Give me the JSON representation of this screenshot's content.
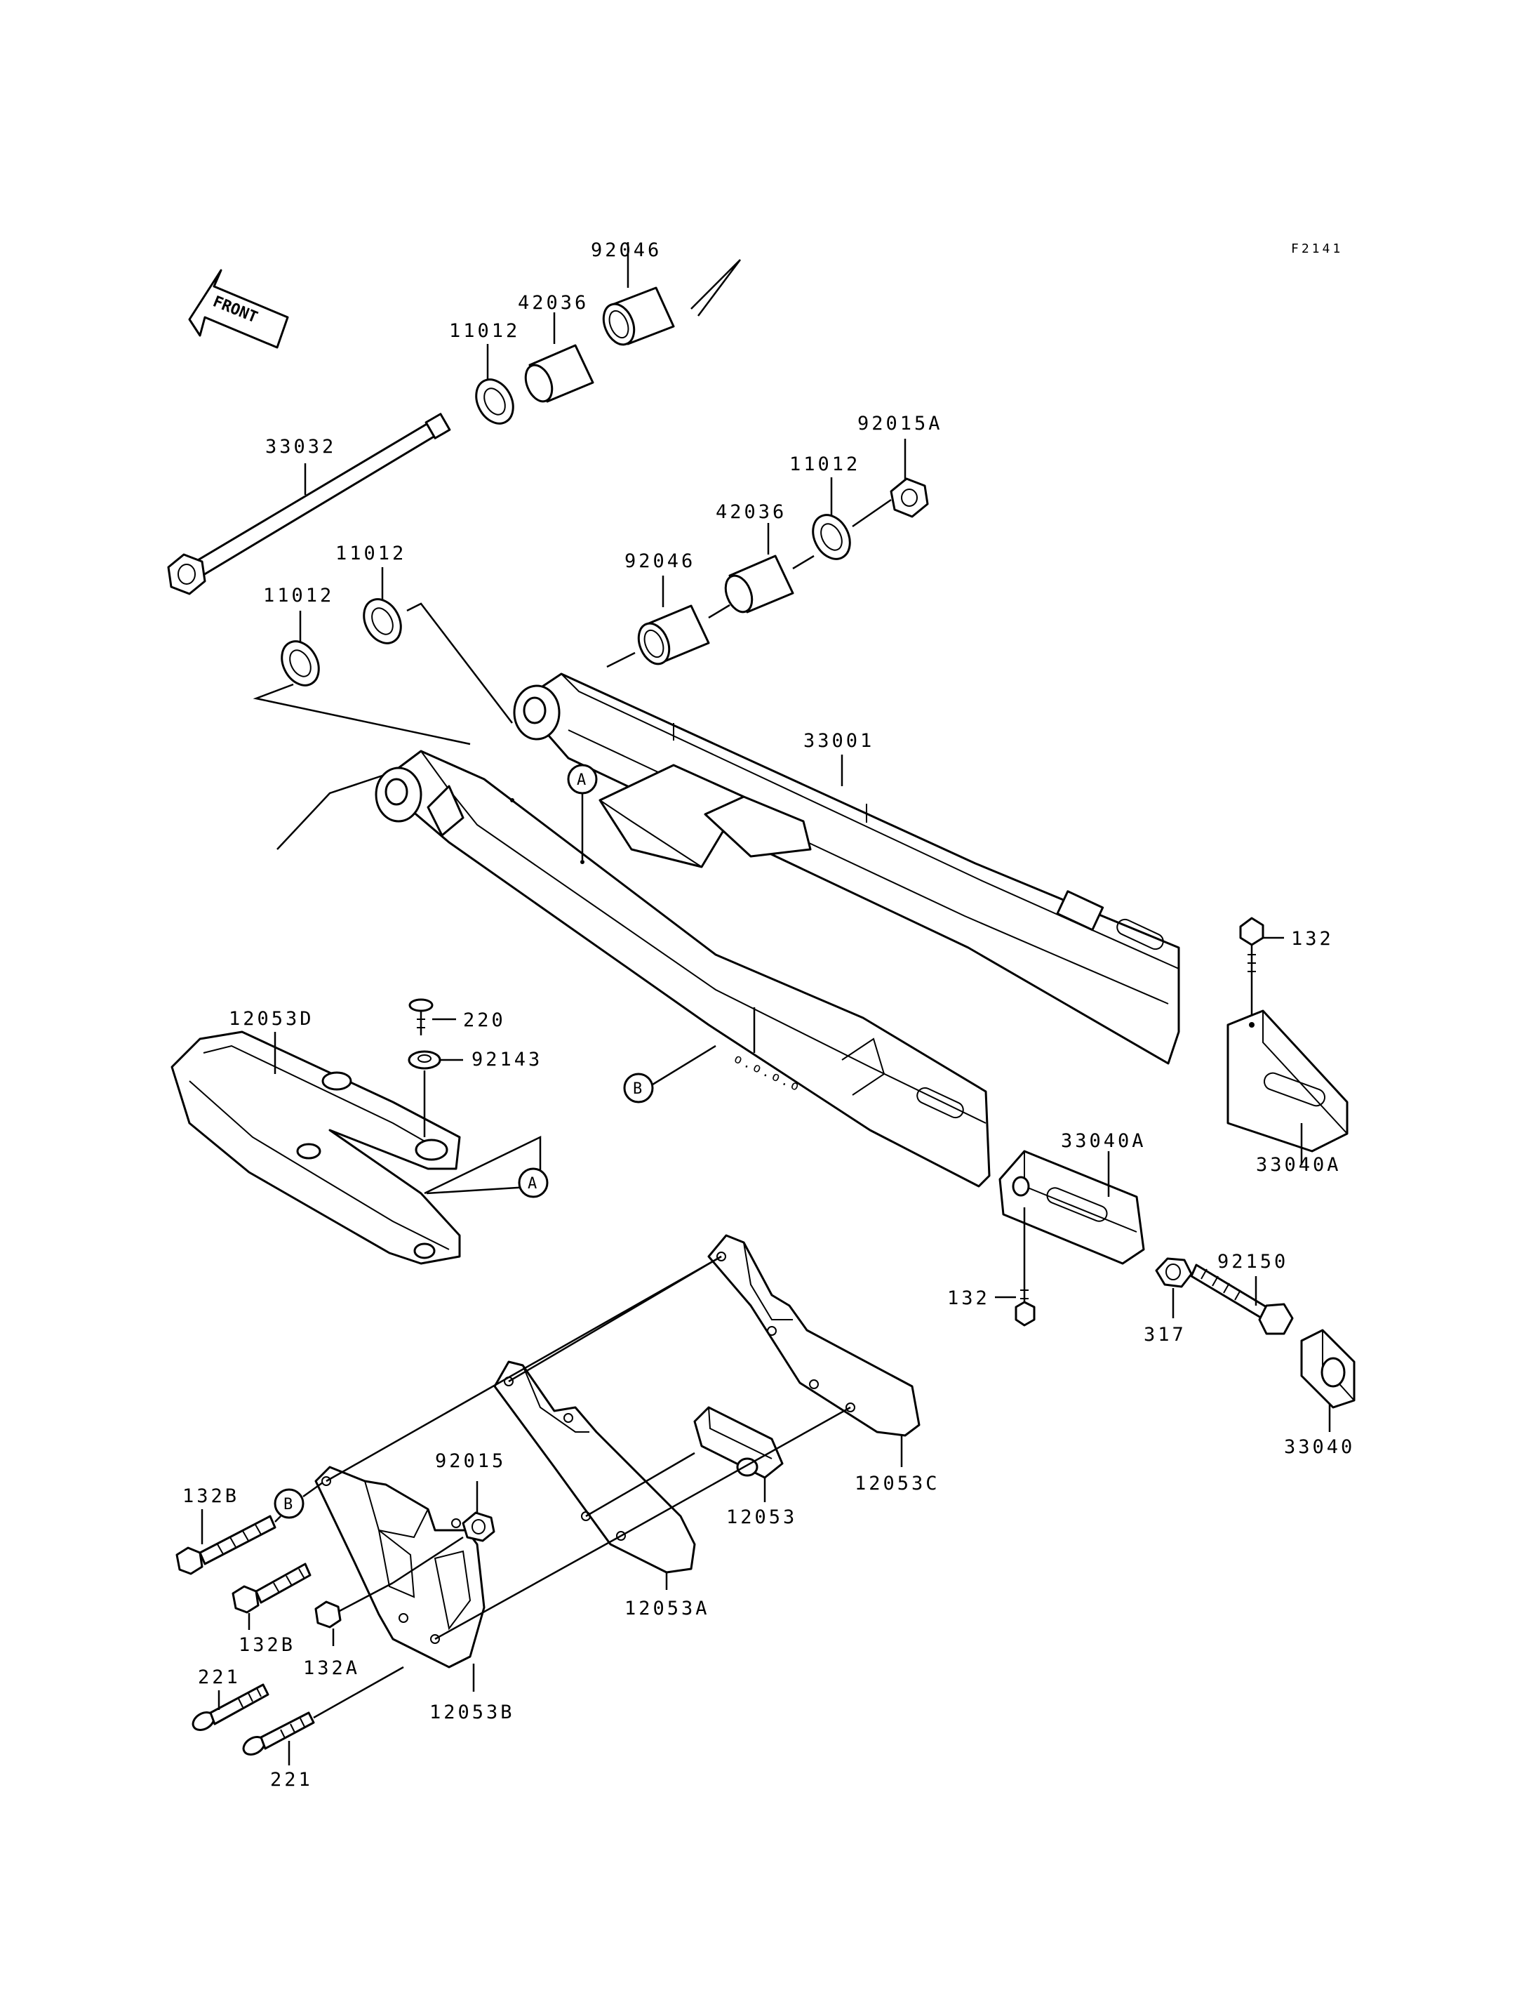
{
  "figure_code": "F2141",
  "direction_label": "FRONT",
  "callouts": {
    "A": "A",
    "B": "B"
  },
  "parts": {
    "p92046_top": "92046",
    "p42036_top": "42036",
    "p11012_top": "11012",
    "p33032": "33032",
    "p92015A": "92015A",
    "p11012_r": "11012",
    "p42036_r": "42036",
    "p92046_r": "92046",
    "p11012_ml": "11012",
    "p11012_l": "11012",
    "p33001": "33001",
    "p132_r": "132",
    "p12053D": "12053D",
    "p220": "220",
    "p92143": "92143",
    "p33040A_mid": "33040A",
    "p33040A_right": "33040A",
    "p92150": "92150",
    "p132_mid": "132",
    "p317": "317",
    "p33040": "33040",
    "p12053C": "12053C",
    "p92015": "92015",
    "p12053": "12053",
    "p132B_a": "132B",
    "p132B_b": "132B",
    "p132A": "132A",
    "p12053A": "12053A",
    "p221_a": "221",
    "p221_b": "221",
    "p12053B": "12053B"
  }
}
